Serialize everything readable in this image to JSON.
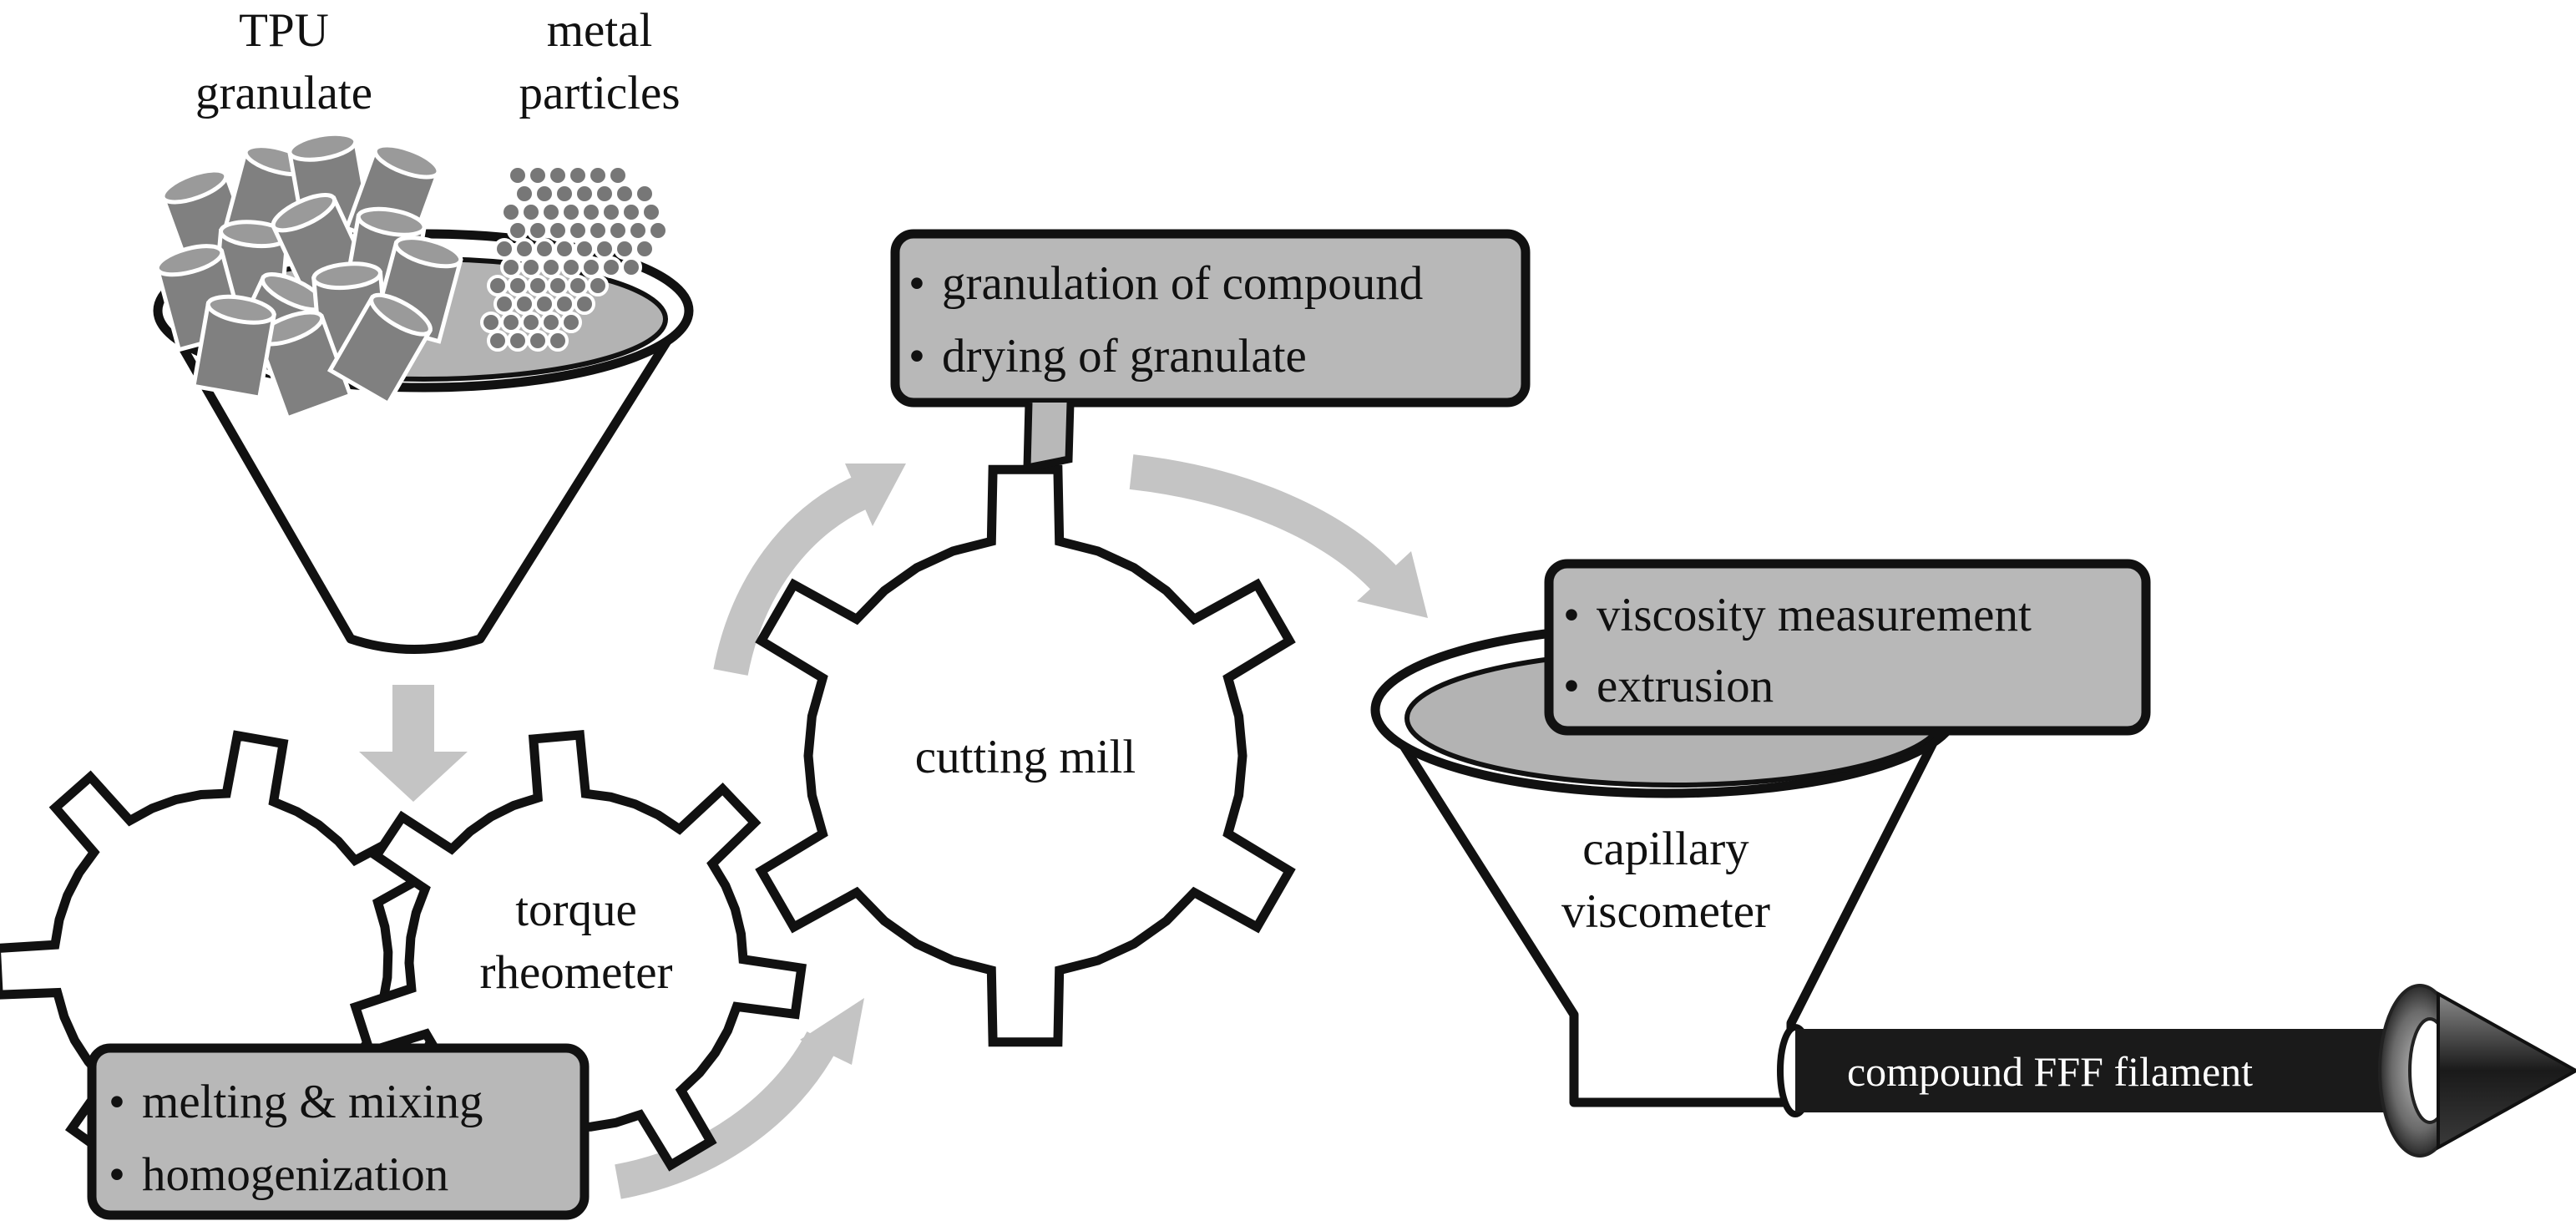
{
  "inputs": {
    "tpu_line1": "TPU",
    "tpu_line2": "granulate",
    "metal_line1": "metal",
    "metal_line2": "particles"
  },
  "torque_rheometer": {
    "line1": "torque",
    "line2": "rheometer",
    "bullets": [
      "melting & mixing",
      "homogenization"
    ]
  },
  "cutting_mill": {
    "label": "cutting mill",
    "bullets": [
      "granulation of compound",
      "drying of granulate"
    ]
  },
  "capillary_viscometer": {
    "line1": "capillary",
    "line2": "viscometer",
    "bullets": [
      "viscosity measurement",
      "extrusion"
    ]
  },
  "output": {
    "label": "compound FFF filament"
  },
  "bullet_char": "•",
  "colors": {
    "outline": "#111111",
    "box_fill": "#b8b8b8",
    "arrow": "#c4c4c4",
    "granule": "#808080",
    "particle": "#777777",
    "funnel_top": "#b3b3b3",
    "filament": "#1a1a1a"
  }
}
